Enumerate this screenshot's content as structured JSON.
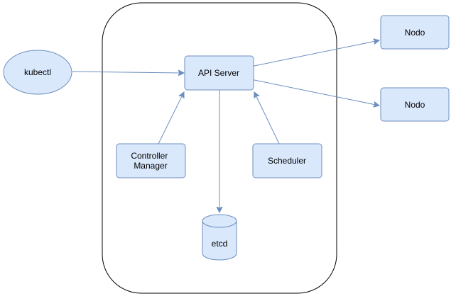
{
  "nodes": {
    "kubectl": "kubectl",
    "api_server": "API Server",
    "controller_manager": [
      "Controller",
      "Manager"
    ],
    "scheduler": "Scheduler",
    "etcd": "etcd",
    "nodo_1": "Nodo",
    "nodo_2": "Nodo"
  },
  "colors": {
    "node_fill": "#dae8fc",
    "node_stroke": "#6c8ebf",
    "edge": "#6c8ebf",
    "container_stroke": "#000000"
  }
}
